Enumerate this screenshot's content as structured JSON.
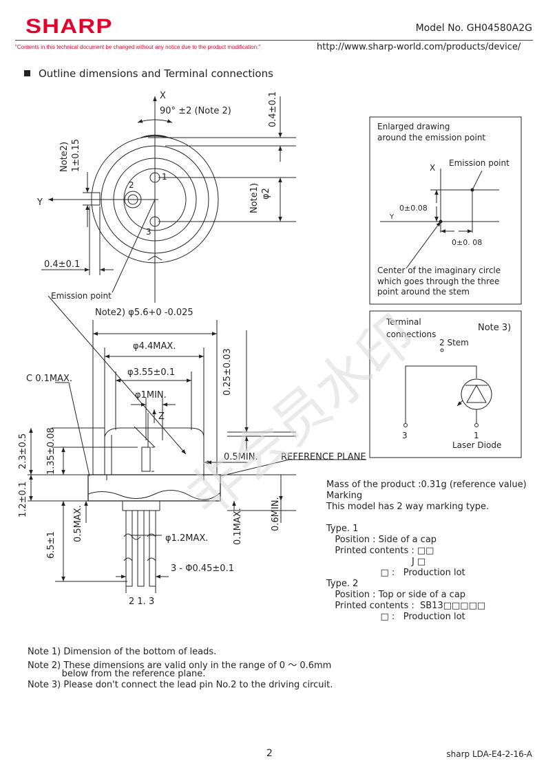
{
  "header": {
    "brand": "SHARP",
    "model": "Model No. GH04580A2G",
    "notice": "\"Contents in this technical document be changed without any notice due to the product modification.\"",
    "url": "http://www.sharp-world.com/products/device/"
  },
  "section_title": "Outline dimensions and Terminal connections",
  "top_view": {
    "x_axis": "X",
    "angle": "90°  ±2 (Note 2)",
    "dim_top": "0.4±0.1",
    "note2_dim": "Note2)",
    "note2_val": "1±0.15",
    "y_axis": "Y",
    "pin1": "1",
    "pin2": "2",
    "pin3": "3",
    "note1": "Note1)",
    "note1_val": "φ2",
    "dim_left": "0.4±0.1",
    "emission": "Emission point"
  },
  "enlarged": {
    "title1": "Enlarged drawing",
    "title2": "around the emission point",
    "x": "X",
    "y": "Y",
    "emission": "Emission point",
    "v1": "0±0.08",
    "v2": "0±0. 08",
    "c1": "Center of the imaginary circle",
    "c2": "which goes through the three",
    "c3": "point around the stem"
  },
  "terminal": {
    "title1": "Terminal",
    "title2": "connections",
    "note": "Note 3)",
    "stem": "2  Stem",
    "p3": "3",
    "p1": "1",
    "ld": "Laser Diode"
  },
  "side_view": {
    "d_outer": "Note2) φ5.6+0  -0.025",
    "d_cap": "φ4.4MAX.",
    "d_355": "φ3.55±0.1",
    "chamfer": "C  0.1MAX.",
    "d_1min": "φ1MIN.",
    "z": "Z",
    "d_025": "0.25±0.03",
    "h23": "2.3±0.5",
    "h135": "1.35±0.08",
    "d05min": "0.5MIN.",
    "ref": "REFERENCE PLANE",
    "h12": "1.2±0.1",
    "h05max": "0.5MAX.",
    "d12max": "φ1.2MAX.",
    "h01max": "0.1MAX.",
    "h06min": "0.6MIN.",
    "h65": "6.5±1",
    "leads": "3 - Φ0.45±0.1",
    "lead_nums": "2   1.  3"
  },
  "info": [
    "Mass of the product :0.31g (reference value)",
    "Marking",
    "This model has 2 way marking type.",
    "",
    "Type. 1",
    "   Position : Side of a cap",
    "   Printed contents : □□",
    "                              J □",
    "                   □ :   Production lot",
    "Type. 2",
    "   Position : Top or side of a cap",
    "   Printed contents :  SB13□□□□□",
    "                   □ :   Production lot"
  ],
  "notes": [
    "Note 1) Dimension of the bottom of leads.",
    "Note 2) These dimensions are valid only in the range of 0 ～ 0.6mm",
    "            below from the reference plane.",
    "Note 3) Please don't connect the lead pin No.2 to the driving circuit."
  ],
  "watermark": "非会员水印",
  "footer": {
    "page": "2",
    "doc": "sharp LDA-E4-2-16-A"
  }
}
